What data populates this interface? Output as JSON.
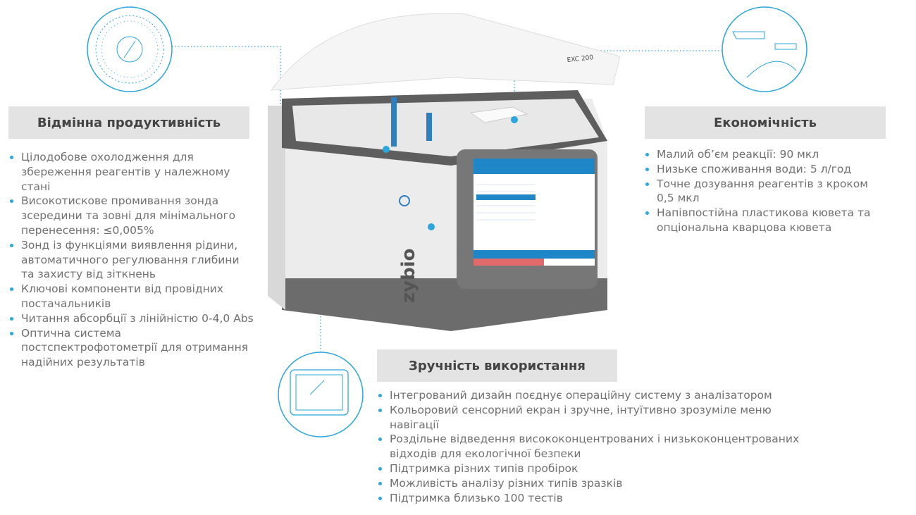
{
  "sections": {
    "performance": {
      "title": "Відмінна продуктивність",
      "items": [
        "Цілодобове охолодження для збереження реагентів у належному стані",
        "Високотискове промивання зонда зсередини та зовні для мінімального перенесення: ≤0,005%",
        "Зонд із функціями виявлення рідини, автоматичного регулювання глибини та захисту від зіткнень",
        "Ключові компоненти від провідних постачальників",
        "Читання абсорбції з лінійністю 0-4,0 Abs",
        "Оптична система постспектрофотометрії для отримання надійних результатів"
      ]
    },
    "economy": {
      "title": "Економічність",
      "items": [
        "Малий об’єм реакції: 90 мкл",
        "Низьке споживання води: 5 л/год",
        "Точне дозування реагентів з кроком 0,5 мкл",
        "Напівпостійна пластикова кювета та опціональна кварцова кювета"
      ]
    },
    "usability": {
      "title": "Зручність використання",
      "items": [
        "Інтегрований дизайн поєднує операційну систему з аналізатором",
        "Кольоровий сенсорний екран і зручне, інтуїтивно зрозуміле меню навігації",
        "Роздільне відведення висококонцентрованих і низькоконцентрованих відходів для екологічної безпеки",
        "Підтримка різних типів пробірок",
        "Можливість аналізу різних типів зразків",
        "Підтримка близько 100 тестів"
      ]
    }
  },
  "device": {
    "model_label": "EXC 200",
    "brand_logo": "zybio"
  },
  "colors": {
    "accent": "#2ba6de",
    "header_bg": "#e3e3e3",
    "text": "#707070"
  }
}
